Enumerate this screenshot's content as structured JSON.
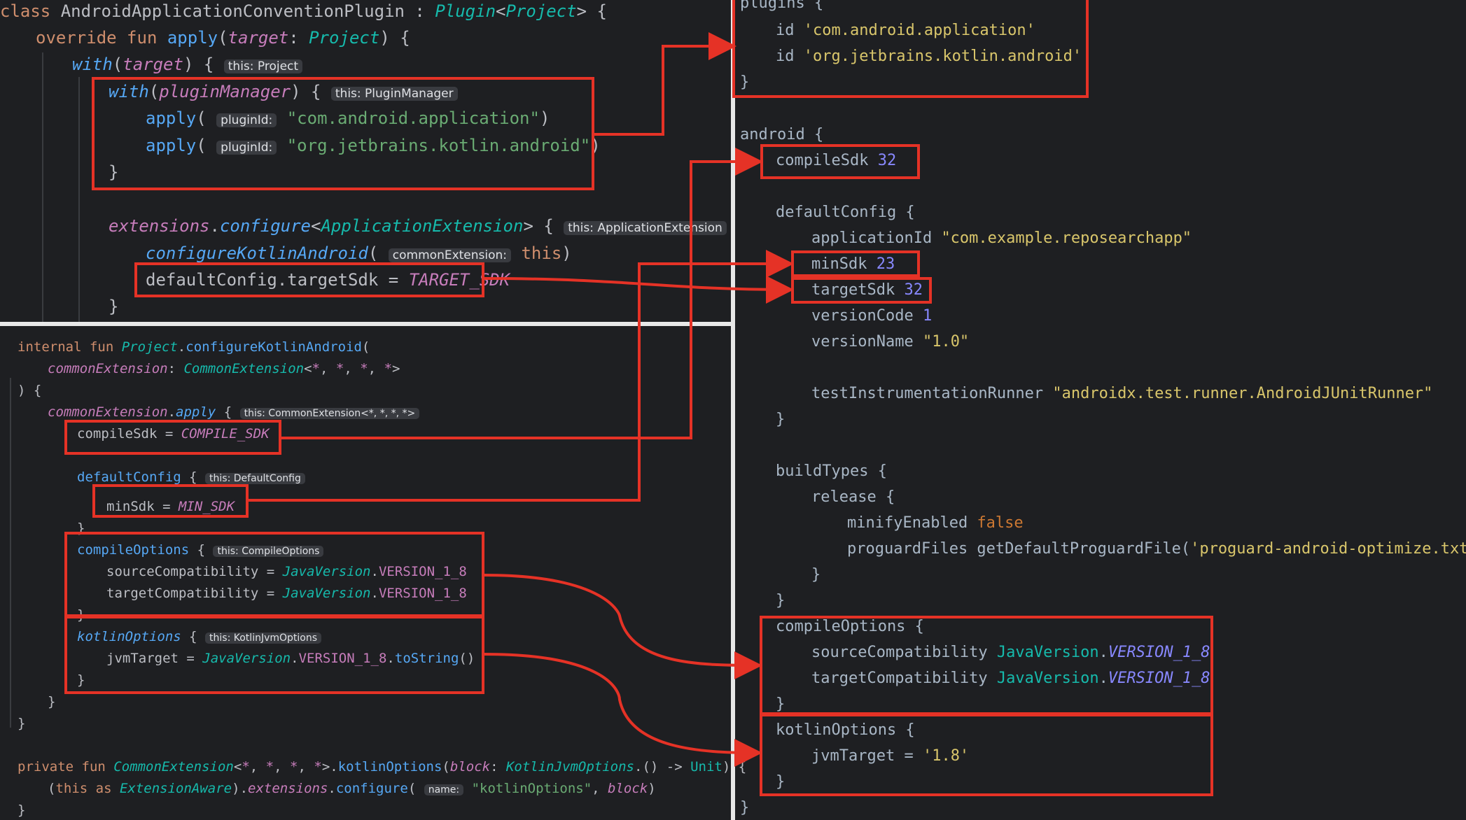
{
  "top_left_code": [
    {
      "parts": [
        [
          "kw",
          "class "
        ],
        [
          "plain",
          "AndroidApplicationConventionPlugin : "
        ],
        [
          "type-it",
          "Plugin"
        ],
        [
          "plain",
          "<"
        ],
        [
          "type-it",
          "Project"
        ],
        [
          "plain",
          "> {"
        ]
      ]
    },
    {
      "parts": [
        [
          "kw",
          "override fun "
        ],
        [
          "fn",
          "apply"
        ],
        [
          "plain",
          "("
        ],
        [
          "prop-it",
          "target"
        ],
        [
          "plain",
          ": "
        ],
        [
          "type-it",
          "Project"
        ],
        [
          "plain",
          ") {"
        ]
      ]
    },
    {
      "parts": [
        [
          "fn-it",
          "with"
        ],
        [
          "plain",
          "("
        ],
        [
          "prop-it",
          "target"
        ],
        [
          "plain",
          ") { "
        ],
        [
          "hint",
          "this: Project"
        ]
      ]
    },
    {
      "parts": [
        [
          "fn-it",
          "with"
        ],
        [
          "plain",
          "("
        ],
        [
          "prop-it",
          "pluginManager"
        ],
        [
          "plain",
          ") { "
        ],
        [
          "hint",
          "this: PluginManager"
        ]
      ]
    },
    {
      "parts": [
        [
          "fn",
          "apply"
        ],
        [
          "plain",
          "( "
        ],
        [
          "hint",
          "pluginId:"
        ],
        [
          "str",
          " \"com.android.application\""
        ],
        [
          "plain",
          ")"
        ]
      ]
    },
    {
      "parts": [
        [
          "fn",
          "apply"
        ],
        [
          "plain",
          "( "
        ],
        [
          "hint",
          "pluginId:"
        ],
        [
          "str",
          " \"org.jetbrains.kotlin.android\""
        ],
        [
          "plain",
          ")"
        ]
      ]
    },
    {
      "parts": [
        [
          "plain",
          "}"
        ]
      ]
    },
    {
      "parts": [
        [
          "plain",
          ""
        ]
      ]
    },
    {
      "parts": [
        [
          "prop-it",
          "extensions"
        ],
        [
          "plain",
          "."
        ],
        [
          "fn-it",
          "configure"
        ],
        [
          "plain",
          "<"
        ],
        [
          "type-it",
          "ApplicationExtension"
        ],
        [
          "plain",
          "> { "
        ],
        [
          "hint",
          "this: ApplicationExtension"
        ]
      ]
    },
    {
      "parts": [
        [
          "fn-it",
          "configureKotlinAndroid"
        ],
        [
          "plain",
          "( "
        ],
        [
          "hint",
          "commonExtension:"
        ],
        [
          "kw",
          " this"
        ],
        [
          "plain",
          ")"
        ]
      ]
    },
    {
      "parts": [
        [
          "plain",
          "defaultConfig.targetSdk = "
        ],
        [
          "prop-it",
          "TARGET_SDK"
        ]
      ]
    },
    {
      "parts": [
        [
          "plain",
          "}"
        ]
      ]
    }
  ],
  "bottom_left_code": [
    {
      "parts": [
        [
          "kw",
          "internal fun "
        ],
        [
          "type-it",
          "Project"
        ],
        [
          "plain",
          "."
        ],
        [
          "fn",
          "configureKotlinAndroid"
        ],
        [
          "plain",
          "("
        ]
      ]
    },
    {
      "parts": [
        [
          "prop-it",
          "commonExtension"
        ],
        [
          "plain",
          ": "
        ],
        [
          "type-it",
          "CommonExtension"
        ],
        [
          "plain",
          "<"
        ],
        [
          "prop",
          "*"
        ],
        [
          "plain",
          ", "
        ],
        [
          "prop",
          "*"
        ],
        [
          "plain",
          ", "
        ],
        [
          "prop",
          "*"
        ],
        [
          "plain",
          ", "
        ],
        [
          "prop",
          "*"
        ],
        [
          "plain",
          ">"
        ]
      ]
    },
    {
      "parts": [
        [
          "plain",
          ") {"
        ]
      ]
    },
    {
      "parts": [
        [
          "prop-it",
          "commonExtension"
        ],
        [
          "plain",
          "."
        ],
        [
          "fn-it",
          "apply"
        ],
        [
          "plain",
          " { "
        ],
        [
          "hint",
          "this: CommonExtension<*, *, *, *>"
        ]
      ]
    },
    {
      "parts": [
        [
          "plain",
          "compileSdk = "
        ],
        [
          "prop-it",
          "COMPILE_SDK"
        ]
      ]
    },
    {
      "parts": [
        [
          "plain",
          ""
        ]
      ]
    },
    {
      "parts": [
        [
          "fn",
          "defaultConfig"
        ],
        [
          "plain",
          " { "
        ],
        [
          "hint",
          "this: DefaultConfig"
        ]
      ]
    },
    {
      "parts": [
        [
          "plain",
          "minSdk = "
        ],
        [
          "prop-it",
          "MIN_SDK"
        ]
      ]
    },
    {
      "parts": [
        [
          "plain",
          "}"
        ]
      ]
    },
    {
      "parts": [
        [
          "fn",
          "compileOptions"
        ],
        [
          "plain",
          " { "
        ],
        [
          "hint",
          "this: CompileOptions"
        ]
      ]
    },
    {
      "parts": [
        [
          "plain",
          "sourceCompatibility = "
        ],
        [
          "type-it",
          "JavaVersion"
        ],
        [
          "plain",
          "."
        ],
        [
          "prop",
          "VERSION_1_8"
        ]
      ]
    },
    {
      "parts": [
        [
          "plain",
          "targetCompatibility = "
        ],
        [
          "type-it",
          "JavaVersion"
        ],
        [
          "plain",
          "."
        ],
        [
          "prop",
          "VERSION_1_8"
        ]
      ]
    },
    {
      "parts": [
        [
          "plain",
          "}"
        ]
      ]
    },
    {
      "parts": [
        [
          "fn-it",
          "kotlinOptions"
        ],
        [
          "plain",
          " { "
        ],
        [
          "hint",
          "this: KotlinJvmOptions"
        ]
      ]
    },
    {
      "parts": [
        [
          "plain",
          "jvmTarget = "
        ],
        [
          "type-it",
          "JavaVersion"
        ],
        [
          "plain",
          "."
        ],
        [
          "prop",
          "VERSION_1_8"
        ],
        [
          "plain",
          "."
        ],
        [
          "fn",
          "toString"
        ],
        [
          "plain",
          "()"
        ]
      ]
    },
    {
      "parts": [
        [
          "plain",
          "}"
        ]
      ]
    },
    {
      "parts": [
        [
          "plain",
          "}"
        ]
      ]
    },
    {
      "parts": [
        [
          "plain",
          "}"
        ]
      ]
    },
    {
      "parts": [
        [
          "plain",
          ""
        ]
      ]
    },
    {
      "parts": [
        [
          "kw",
          "private fun "
        ],
        [
          "type-it",
          "CommonExtension"
        ],
        [
          "plain",
          "<"
        ],
        [
          "prop",
          "*"
        ],
        [
          "plain",
          ", "
        ],
        [
          "prop",
          "*"
        ],
        [
          "plain",
          ", "
        ],
        [
          "prop",
          "*"
        ],
        [
          "plain",
          ", "
        ],
        [
          "prop",
          "*"
        ],
        [
          "plain",
          ">."
        ],
        [
          "fn",
          "kotlinOptions"
        ],
        [
          "plain",
          "("
        ],
        [
          "prop-it",
          "block"
        ],
        [
          "plain",
          ": "
        ],
        [
          "type-it",
          "KotlinJvmOptions"
        ],
        [
          "plain",
          ".() -> "
        ],
        [
          "type",
          "Unit"
        ],
        [
          "plain",
          ") {"
        ]
      ]
    },
    {
      "parts": [
        [
          "plain",
          "("
        ],
        [
          "kw",
          "this as "
        ],
        [
          "type-it",
          "ExtensionAware"
        ],
        [
          "plain",
          ")."
        ],
        [
          "prop-it",
          "extensions"
        ],
        [
          "plain",
          "."
        ],
        [
          "fn",
          "configure"
        ],
        [
          "plain",
          "( "
        ],
        [
          "hint",
          "name:"
        ],
        [
          "str",
          " \"kotlinOptions\""
        ],
        [
          "plain",
          ", "
        ],
        [
          "prop-it",
          "block"
        ],
        [
          "plain",
          ")"
        ]
      ]
    },
    {
      "parts": [
        [
          "plain",
          "}"
        ]
      ]
    }
  ],
  "right_code": [
    {
      "parts": [
        [
          "rp-fn",
          "plugins {"
        ]
      ]
    },
    {
      "parts": [
        [
          "rp-fn",
          "id "
        ],
        [
          "rp-str",
          "'com.android.application'"
        ]
      ]
    },
    {
      "parts": [
        [
          "rp-fn",
          "id "
        ],
        [
          "rp-str",
          "'org.jetbrains.kotlin.android'"
        ]
      ]
    },
    {
      "parts": [
        [
          "rp-fn",
          "}"
        ]
      ]
    },
    {
      "parts": [
        [
          "plain",
          ""
        ]
      ]
    },
    {
      "parts": [
        [
          "rp-fn",
          "android {"
        ]
      ]
    },
    {
      "parts": [
        [
          "rp-fn",
          "compileSdk "
        ],
        [
          "rp-num",
          "32"
        ]
      ]
    },
    {
      "parts": [
        [
          "plain",
          ""
        ]
      ]
    },
    {
      "parts": [
        [
          "rp-fn",
          "defaultConfig {"
        ]
      ]
    },
    {
      "parts": [
        [
          "rp-fn",
          "applicationId "
        ],
        [
          "rp-str",
          "\"com.example.reposearchapp\""
        ]
      ]
    },
    {
      "parts": [
        [
          "rp-fn",
          "minSdk "
        ],
        [
          "rp-num",
          "23"
        ]
      ]
    },
    {
      "parts": [
        [
          "rp-fn",
          "targetSdk "
        ],
        [
          "rp-num",
          "32"
        ]
      ]
    },
    {
      "parts": [
        [
          "rp-fn",
          "versionCode "
        ],
        [
          "rp-num",
          "1"
        ]
      ]
    },
    {
      "parts": [
        [
          "rp-fn",
          "versionName "
        ],
        [
          "rp-str",
          "\"1.0\""
        ]
      ]
    },
    {
      "parts": [
        [
          "plain",
          ""
        ]
      ]
    },
    {
      "parts": [
        [
          "rp-fn",
          "testInstrumentationRunner "
        ],
        [
          "rp-str",
          "\"androidx.test.runner.AndroidJUnitRunner\""
        ]
      ]
    },
    {
      "parts": [
        [
          "rp-fn",
          "}"
        ]
      ]
    },
    {
      "parts": [
        [
          "plain",
          ""
        ]
      ]
    },
    {
      "parts": [
        [
          "rp-fn",
          "buildTypes {"
        ]
      ]
    },
    {
      "parts": [
        [
          "rp-fn",
          "release {"
        ]
      ]
    },
    {
      "parts": [
        [
          "rp-fn",
          "minifyEnabled "
        ],
        [
          "rp-kw",
          "false"
        ]
      ]
    },
    {
      "parts": [
        [
          "rp-fn",
          "proguardFiles getDefaultProguardFile("
        ],
        [
          "rp-str",
          "'proguard-android-optimize.txt'"
        ],
        [
          "rp-fn",
          ")"
        ]
      ]
    },
    {
      "parts": [
        [
          "rp-fn",
          "}"
        ]
      ]
    },
    {
      "parts": [
        [
          "rp-fn",
          "}"
        ]
      ]
    },
    {
      "parts": [
        [
          "rp-fn",
          "compileOptions {"
        ]
      ]
    },
    {
      "parts": [
        [
          "rp-fn",
          "sourceCompatibility "
        ],
        [
          "type",
          "JavaVersion"
        ],
        [
          "rp-fn",
          "."
        ],
        [
          "rp-num-it",
          "VERSION_1_8"
        ]
      ]
    },
    {
      "parts": [
        [
          "rp-fn",
          "targetCompatibility "
        ],
        [
          "type",
          "JavaVersion"
        ],
        [
          "rp-fn",
          "."
        ],
        [
          "rp-num-it",
          "VERSION_1_8"
        ]
      ]
    },
    {
      "parts": [
        [
          "rp-fn",
          "}"
        ]
      ]
    },
    {
      "parts": [
        [
          "rp-fn",
          "kotlinOptions {"
        ]
      ]
    },
    {
      "parts": [
        [
          "rp-fn",
          "jvmTarget = "
        ],
        [
          "rp-str",
          "'1.8'"
        ]
      ]
    },
    {
      "parts": [
        [
          "rp-fn",
          "}"
        ]
      ]
    },
    {
      "parts": [
        [
          "rp-fn",
          "}"
        ]
      ]
    }
  ],
  "colors": {
    "highlight": "#e53226",
    "bg": "#1e1f22"
  }
}
